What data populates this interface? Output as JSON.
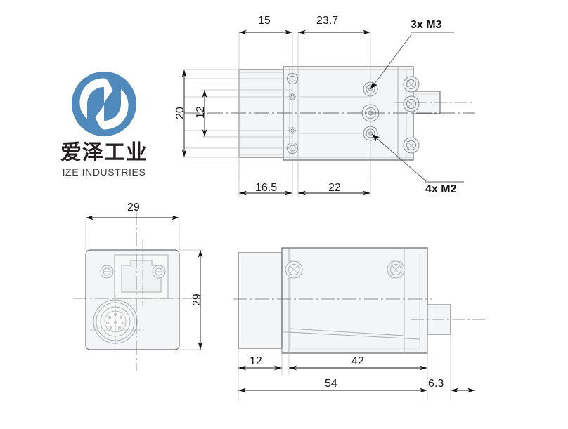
{
  "document": {
    "type": "technical-dimensional-drawing",
    "subject": "industrial machine vision camera",
    "units": "mm"
  },
  "brand": {
    "logo_icon": "ize-swirl-logo-icon",
    "logo_color": "#5089bc",
    "name_cn": "爱泽工业",
    "name_en": "IZE INDUSTRIES"
  },
  "views": {
    "top": {
      "name": "top-view",
      "dimensions": {
        "lens_front_offset": "15",
        "mount_to_rear": "23.7",
        "front_block_length": "16.5",
        "body_length": "22",
        "width_outer": "20",
        "width_inner": "12"
      },
      "callouts": {
        "m3": "3x M3",
        "m2": "4x M2"
      }
    },
    "rear": {
      "name": "rear-view",
      "dimensions": {
        "width": "29",
        "height": "29"
      },
      "features": {
        "ethernet_port": "rj45-port-icon",
        "power_connector": "m12-circular-connector-icon"
      }
    },
    "side": {
      "name": "side-view",
      "dimensions": {
        "lens_length": "12",
        "body_length": "42",
        "total_length": "54",
        "connector_length": "6.3"
      }
    }
  },
  "colors": {
    "line": "#58595b",
    "thin_line": "#9a9a9a",
    "fill": "#f4f5f6",
    "center_line": "#6d6e71",
    "text": "#1a1a1a"
  }
}
